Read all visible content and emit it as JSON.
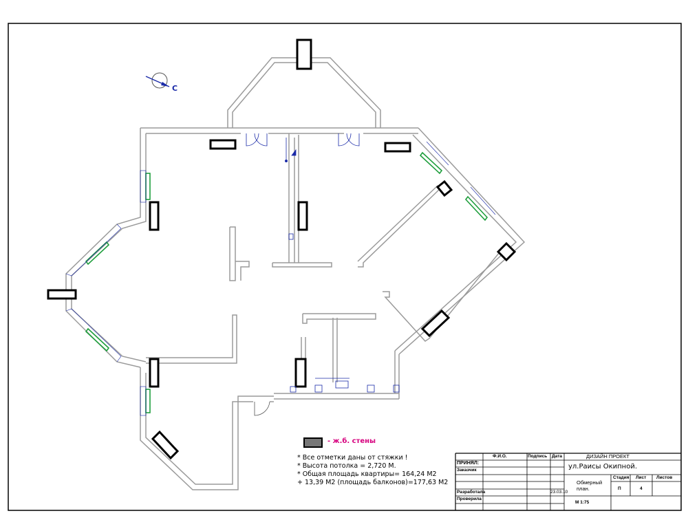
{
  "compass": {
    "label": "С"
  },
  "legend": {
    "label": "- ж.б. стены",
    "color": "#d6007e"
  },
  "notes": [
    "*  Все   отметки даны от стяжки !",
    "*  Высота потолка = 2,720 М.",
    "*  Общая площадь квартиры= 164,24   М2",
    "    +   13,39 М2  (площадь балконов)=177,63 М2"
  ],
  "title_block": {
    "col_fio": "Ф.И.О.",
    "col_podpis": "Подпись",
    "col_data": "Дата",
    "project_title": "ДИЗАЙН ПРОЕКТ",
    "prinyal": "ПРИНЯЛ:",
    "zakazchik": "Заказчик",
    "address": "ул.Раисы Окипной.",
    "stadiya_h": "Стадия",
    "list_h": "Лист",
    "listov_h": "Листов",
    "drawing_name": "Обмерный план.",
    "stadiya_v": "П",
    "list_v": "4",
    "listov_v": "",
    "razrabotal": "Разработала",
    "razrabotal_date": "23.03.10",
    "proverila": "Проверила",
    "scale": "М 1:75"
  },
  "colors": {
    "wall": "#9a9a9a",
    "concrete": "#000000",
    "window": "#1e9e3c",
    "plumbing": "#1a2aa8"
  }
}
